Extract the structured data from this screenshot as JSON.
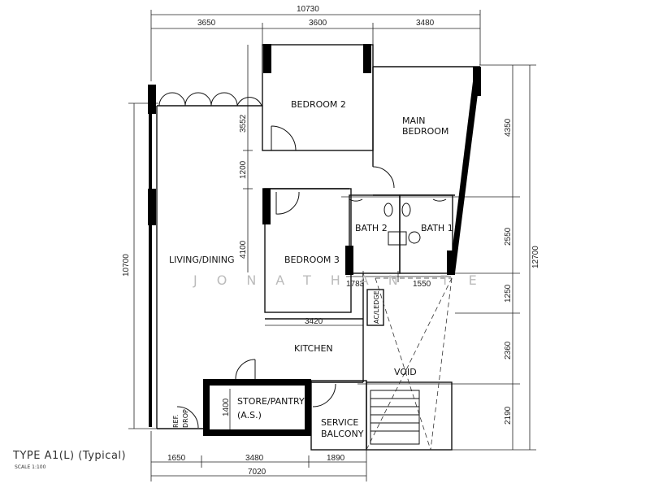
{
  "plan": {
    "type_title": "TYPE A1(L) (Typical)",
    "scale": "SCALE 1:100",
    "watermark": "JONATHAN TE"
  },
  "dimensions": {
    "top_total": "10730",
    "top_a": "3650",
    "top_b": "3600",
    "top_c": "3480",
    "bottom_a": "1650",
    "bottom_b": "3480",
    "bottom_c": "1890",
    "bottom_total": "7020",
    "left_total": "10700",
    "right_a": "4350",
    "right_b": "2550",
    "right_c": "1250",
    "right_d": "2360",
    "right_e": "2190",
    "right_total": "12700",
    "inner_bedroom2_height": "3552",
    "inner_corridor": "1200",
    "inner_bedroom3_height": "4100",
    "inner_store_height": "1400",
    "inner_kitchen_width": "3420",
    "inner_bath_a": "1783",
    "inner_bath_b": "1550"
  },
  "rooms": {
    "bedroom2": "BEDROOM 2",
    "main_bedroom_1": "MAIN",
    "main_bedroom_2": "BEDROOM",
    "living": "LIVING/DINING",
    "bedroom3": "BEDROOM 3",
    "bath2": "BATH 2",
    "bath1": "BATH 1",
    "kitchen": "KITCHEN",
    "void": "VOID",
    "store_1": "STORE/PANTRY",
    "store_2": "(A.S.)",
    "service_1": "SERVICE",
    "service_2": "BALCONY",
    "ac_ledge": "AC/LEDGE",
    "refuse_1": "REF.",
    "refuse_2": "DROP"
  }
}
